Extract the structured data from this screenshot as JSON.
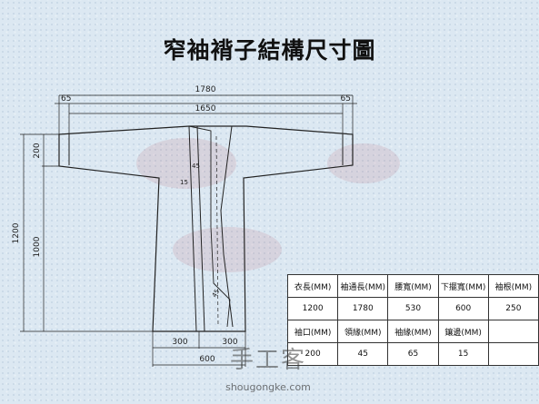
{
  "title": "窄袖褙子結構尺寸圖",
  "dimensions": {
    "total_width": "1780",
    "cuff_left": "65",
    "cuff_right": "65",
    "inner_width": "1650",
    "sleeve_height": "200",
    "total_height": "1200",
    "body_height": "1000",
    "collar_45": "45",
    "collar_15": "15",
    "hem_half_left": "300",
    "hem_half_right": "300",
    "hem_width": "600",
    "placket_width": "45"
  },
  "table": {
    "header1": [
      "衣長(MM)",
      "袖通長(MM)",
      "腰寬(MM)",
      "下擺寬(MM)",
      "袖根(MM)"
    ],
    "row1": [
      "1200",
      "1780",
      "530",
      "600",
      "250"
    ],
    "header2": [
      "袖口(MM)",
      "領緣(MM)",
      "袖緣(MM)",
      "鑲邊(MM)",
      ""
    ],
    "row2": [
      "200",
      "45",
      "65",
      "15",
      ""
    ]
  },
  "watermark": {
    "mark": "手工客",
    "url": "shougongke.com"
  },
  "colors": {
    "background": "#dce8f2",
    "line": "#222222",
    "table_bg": "#ffffff"
  }
}
